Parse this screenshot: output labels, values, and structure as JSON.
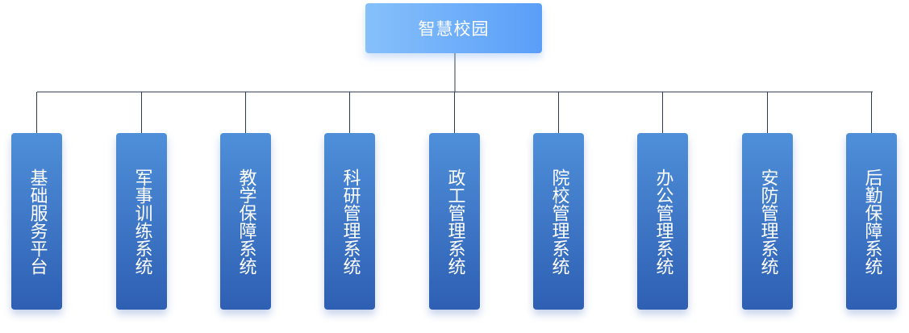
{
  "root": {
    "label": "智慧校园",
    "color_start": "#86c0fb",
    "color_end": "#5a9ef8"
  },
  "children": [
    {
      "label": "基础服务平台"
    },
    {
      "label": "军事训练系统"
    },
    {
      "label": "教学保障系统"
    },
    {
      "label": "科研管理系统"
    },
    {
      "label": "政工管理系统"
    },
    {
      "label": "院校管理系统"
    },
    {
      "label": "办公管理系统"
    },
    {
      "label": "安防管理系统"
    },
    {
      "label": "后勤保障系统"
    }
  ],
  "style": {
    "child_color_top": "#4f8fd9",
    "child_color_bottom": "#2e5fb3",
    "line_color": "#2b3a4f"
  }
}
